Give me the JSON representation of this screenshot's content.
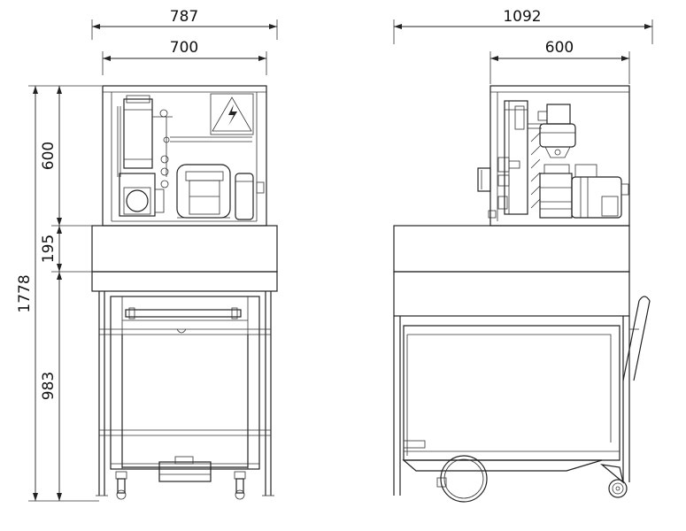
{
  "drawing": {
    "front_view": {
      "width_outer": "787",
      "width_inner": "700",
      "height_total": "1778",
      "height_top": "600",
      "height_middle": "195",
      "height_bottom": "983"
    },
    "side_view": {
      "depth_outer": "1092",
      "depth_inner": "600"
    }
  }
}
